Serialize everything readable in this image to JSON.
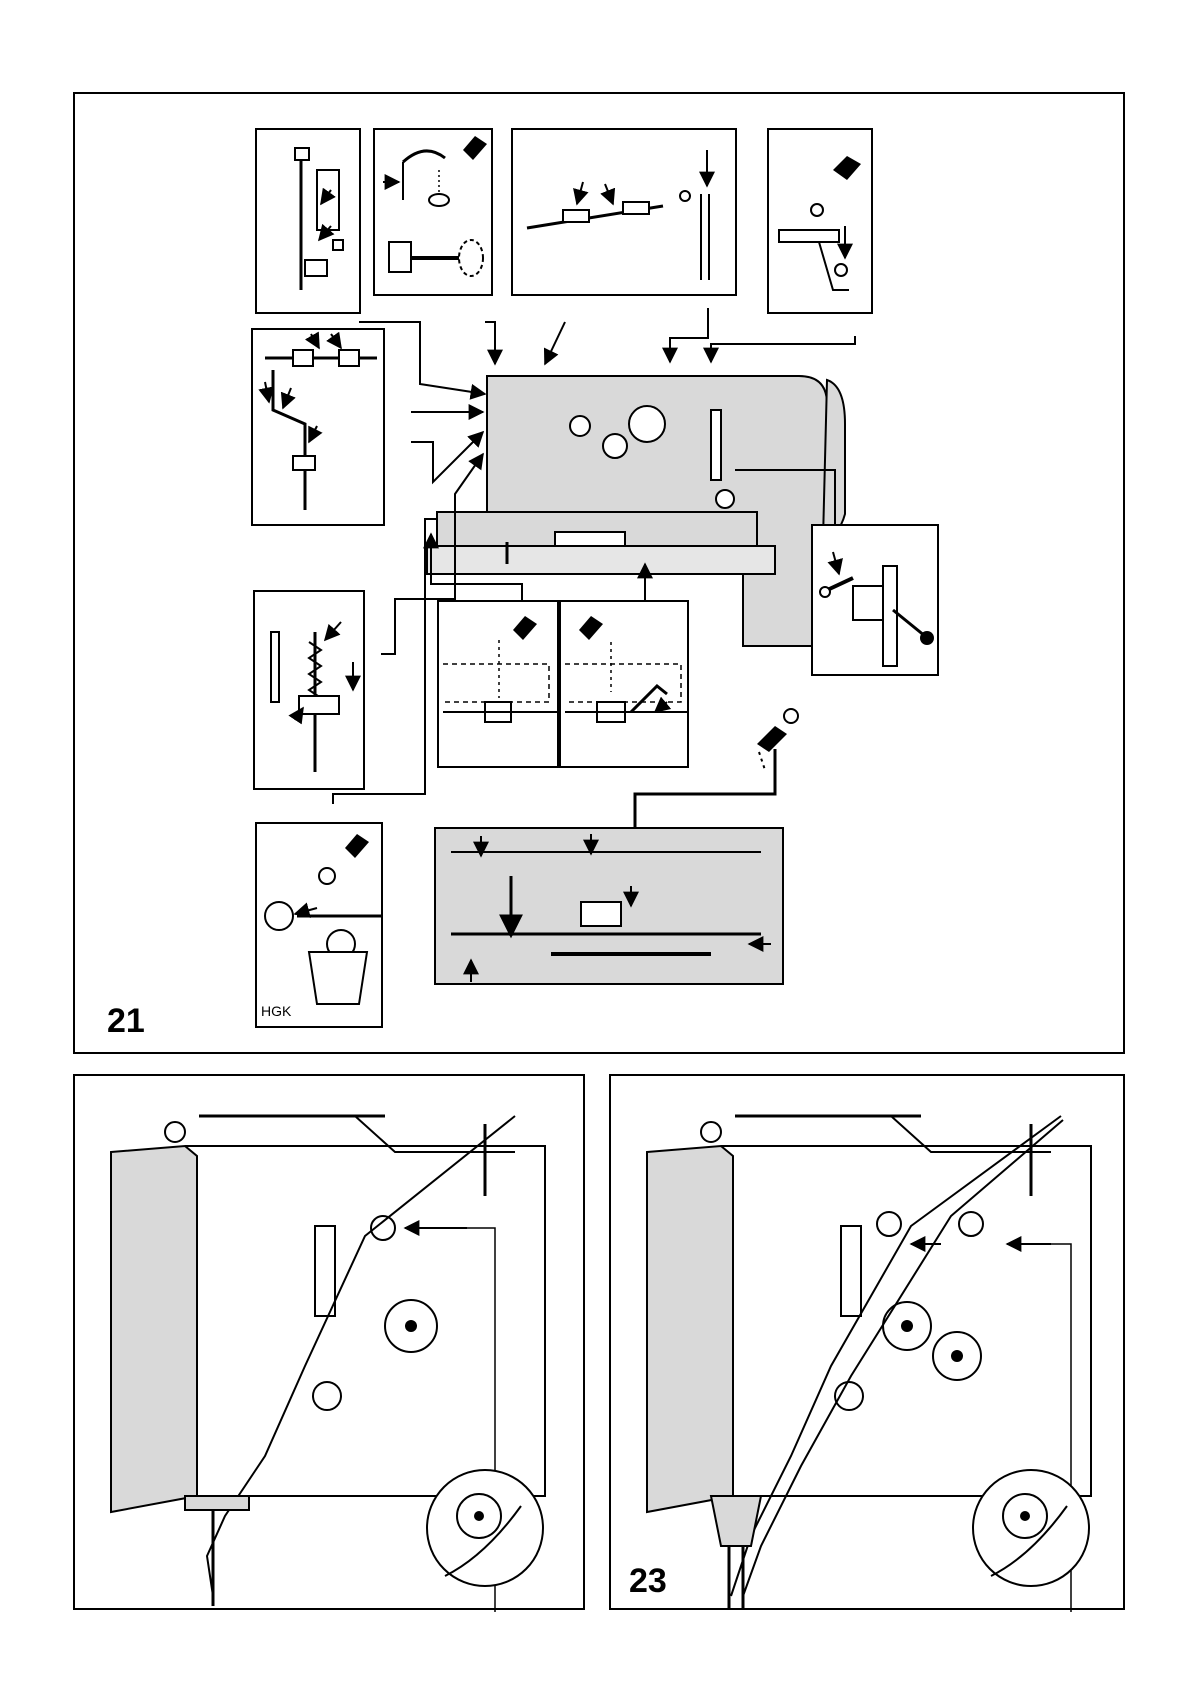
{
  "figures": {
    "fig21": {
      "number": "21",
      "inset_label": "HGK"
    },
    "fig22": {
      "number": ""
    },
    "fig23": {
      "number": "23"
    }
  },
  "colors": {
    "ink": "#000000",
    "paper": "#ffffff",
    "shade": "#d9d9d9"
  }
}
